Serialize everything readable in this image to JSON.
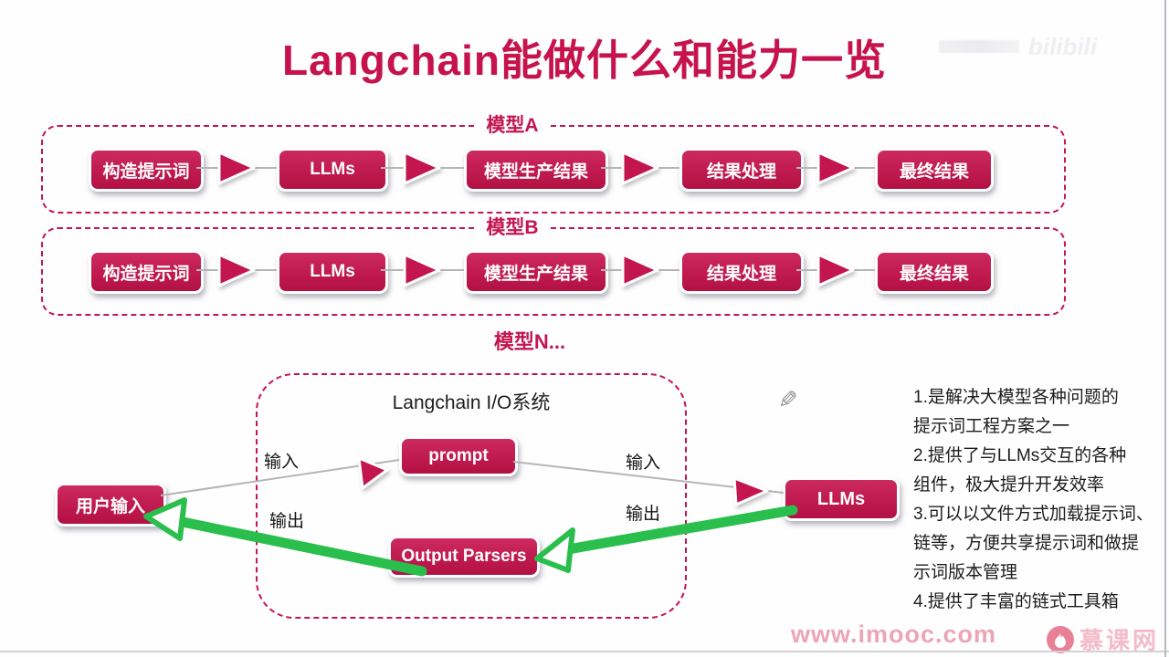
{
  "title": "Langchain能做什么和能力一览",
  "watermark": {
    "brand": "bilibili"
  },
  "pipelines": [
    {
      "label": "模型A",
      "steps": [
        "构造提示词",
        "LLMs",
        "模型生产结果",
        "结果处理",
        "最终结果"
      ]
    },
    {
      "label": "模型B",
      "steps": [
        "构造提示词",
        "LLMs",
        "模型生产结果",
        "结果处理",
        "最终结果"
      ]
    }
  ],
  "more_models_label": "模型N...",
  "io_diagram": {
    "box_title": "Langchain I/O系统",
    "prompt_label": "prompt",
    "output_parsers_label": "Output Parsers",
    "user_input_label": "用户输入",
    "llms_label": "LLMs",
    "input_label_left": "输入",
    "output_label_left": "输出",
    "input_label_right": "输入",
    "output_label_right": "输出"
  },
  "notes": {
    "text": "1.是解决大模型各种问题的\n提示词工程方案之一\n2.提供了与LLMs交互的各种\n组件，极大提升开发效率\n3.可以以文件方式加载提示词、\n链等，方便共享提示词和做提\n示词版本管理\n4.提供了丰富的链式工具箱"
  },
  "footer": {
    "url": "www.imooc.com",
    "brand": "慕课网"
  },
  "colors": {
    "crimson": "#c3164f",
    "green": "#2abf4d",
    "pink": "#eba6b6",
    "gray_line": "#b5b5b5"
  }
}
